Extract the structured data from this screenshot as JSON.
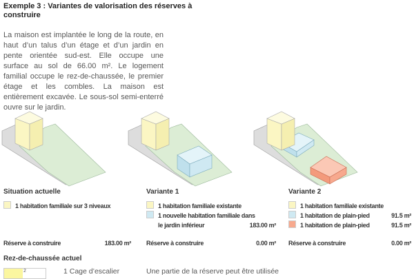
{
  "title": "Exemple 3 : Variantes de valorisation des réserves à construire",
  "intro": "La maison est implantée le long de la route, en haut d’un talus d’un étage et d’un jardin en pente orientée sud-est. Elle occupe une surface au sol de 66.00 m². Le logement familial occupe le rez-de-chaussée, le premier étage et les combles. La maison est entièrement excavée. Le sous-sol semi-enterré ouvre sur le jardin.",
  "colors": {
    "yellow": "#fbf6c3",
    "blue": "#cfe9f2",
    "red": "#f7a98e",
    "green": "#dcedd5"
  },
  "reserve_label": "Réserve à construire",
  "columns": [
    {
      "caption": "Situation actuelle",
      "legend": [
        {
          "color": "yellow",
          "text": "1 habitation familiale sur 3 niveaux",
          "value": ""
        }
      ],
      "reserve": "183.00 m²"
    },
    {
      "caption": "Variante 1",
      "legend": [
        {
          "color": "yellow",
          "text": "1 habitation familiale existante",
          "value": ""
        },
        {
          "color": "blue",
          "text": "1 nouvelle habitation familiale dans",
          "value": ""
        }
      ],
      "legend_cont": "le jardin inférieur",
      "legend_cont_value": "183.00 m²",
      "reserve": "0.00 m²"
    },
    {
      "caption": "Variante 2",
      "legend": [
        {
          "color": "yellow",
          "text": "1 habitation familiale existante",
          "value": ""
        },
        {
          "color": "blue",
          "text": "1 habitation de plain-pied",
          "value": "91.5 m²"
        },
        {
          "color": "red",
          "text": "1 habitation de plain-pied",
          "value": "91.5 m²"
        }
      ],
      "reserve": "0.00 m²"
    }
  ],
  "section2": "Rez-de-chaussée actuel",
  "plan_label": "2",
  "plan_item": "1 Cage d’escalier",
  "bottom_text": "Une partie de la réserve peut être utilisée"
}
